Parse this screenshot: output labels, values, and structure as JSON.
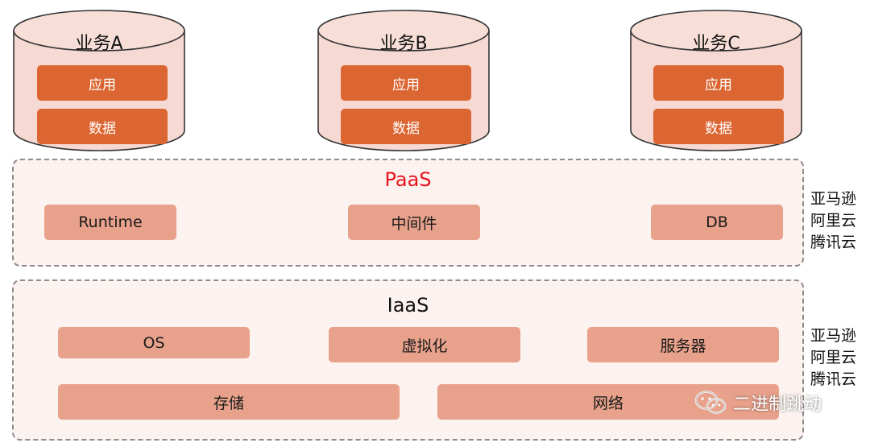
{
  "businesses": [
    {
      "title": "业务A",
      "items": [
        "应用",
        "数据"
      ]
    },
    {
      "title": "业务B",
      "items": [
        "应用",
        "数据"
      ]
    },
    {
      "title": "业务C",
      "items": [
        "应用",
        "数据"
      ]
    }
  ],
  "paas": {
    "title": "PaaS",
    "items": [
      "Runtime",
      "中间件",
      "DB"
    ],
    "vendors": [
      "亚马逊",
      "阿里云",
      "腾讯云"
    ]
  },
  "iaas": {
    "title": "IaaS",
    "row1": [
      "OS",
      "虚拟化",
      "服务器"
    ],
    "row2": [
      "存储",
      "网络"
    ],
    "vendors": [
      "亚马逊",
      "阿里云",
      "腾讯云"
    ]
  },
  "watermark": {
    "text": "二进制跳动",
    "icon": "wechat-icon"
  },
  "colors": {
    "cylinder_fill": "#f5d9d2",
    "orange_box": "#dc6632",
    "salmon_box": "#e8a18b",
    "layer_bg": "#fcf2ef",
    "paas_title": "#e8141e"
  }
}
